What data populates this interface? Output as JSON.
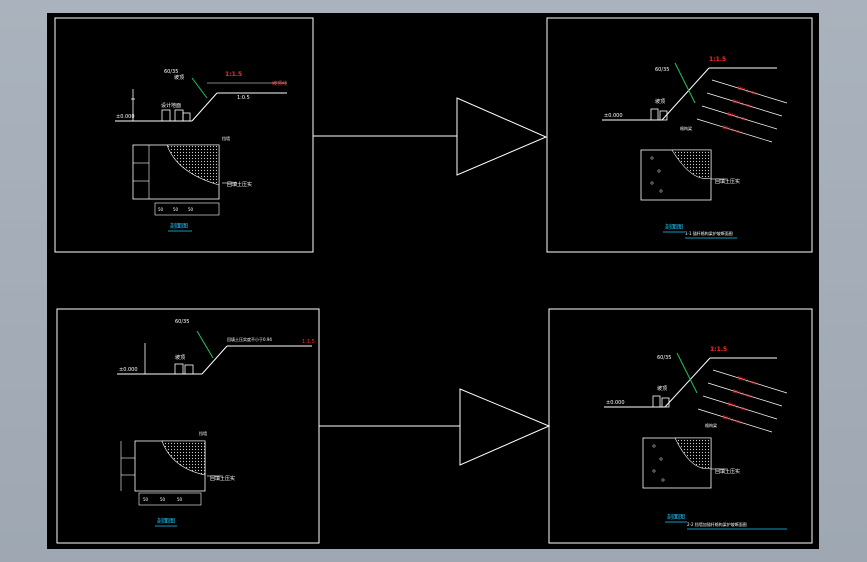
{
  "drawing": {
    "panels": [
      {
        "name": "top-left",
        "dims_top": [
          "60/35",
          "坡顶"
        ],
        "dims_red": "1:1.5",
        "dims_red2": "坡顶线",
        "left_label": "±0.000",
        "ground_label": "设计地面",
        "slope_label": "1:0.5",
        "box_tag": "挡墙",
        "box_note": "回填土压实",
        "bottom_dims": [
          "50",
          "50",
          "50"
        ],
        "caption": "剖面图"
      },
      {
        "name": "top-right",
        "dims_top": [
          "60/35",
          "坡顶"
        ],
        "dims_red": "1:1.5",
        "slope_rows": [
          "锚杆 L=6m",
          "锚杆 L=6m",
          "锚杆 L=6m",
          "锚杆 L=6m"
        ],
        "left_label": "±0.000",
        "box_tag": "格构梁",
        "box_note": "回填土压实",
        "caption": "剖面图",
        "subcaption": "1-1 锚杆格构梁护坡断面图"
      },
      {
        "name": "bottom-left",
        "dims_top": [
          "60/35",
          "坡顶"
        ],
        "dims_red": "1:1.5",
        "annot": "回填土压实度不小于0.94",
        "left_label": "±0.000",
        "box_tag": "挡墙",
        "box_note": "回填土压实",
        "bottom_dims": [
          "50",
          "50",
          "50"
        ],
        "caption": "剖面图"
      },
      {
        "name": "bottom-right",
        "dims_top": [
          "60/35",
          "坡顶"
        ],
        "dims_red": "1:1.5",
        "slope_rows": [
          "锚杆 L=6m",
          "锚杆 L=6m",
          "锚杆 L=6m",
          "锚杆 L=6m"
        ],
        "left_label": "±0.000",
        "box_tag": "格构梁",
        "box_note": "回填土压实",
        "caption": "剖面图",
        "subcaption": "2-2 挡墙加锚杆格构梁护坡断面图"
      }
    ],
    "colors": {
      "background": "#000000",
      "line": "#ffffff",
      "accent_green": "#22c55e",
      "accent_red": "#ff2a2a",
      "accent_cyan": "#1ec8ff"
    }
  }
}
